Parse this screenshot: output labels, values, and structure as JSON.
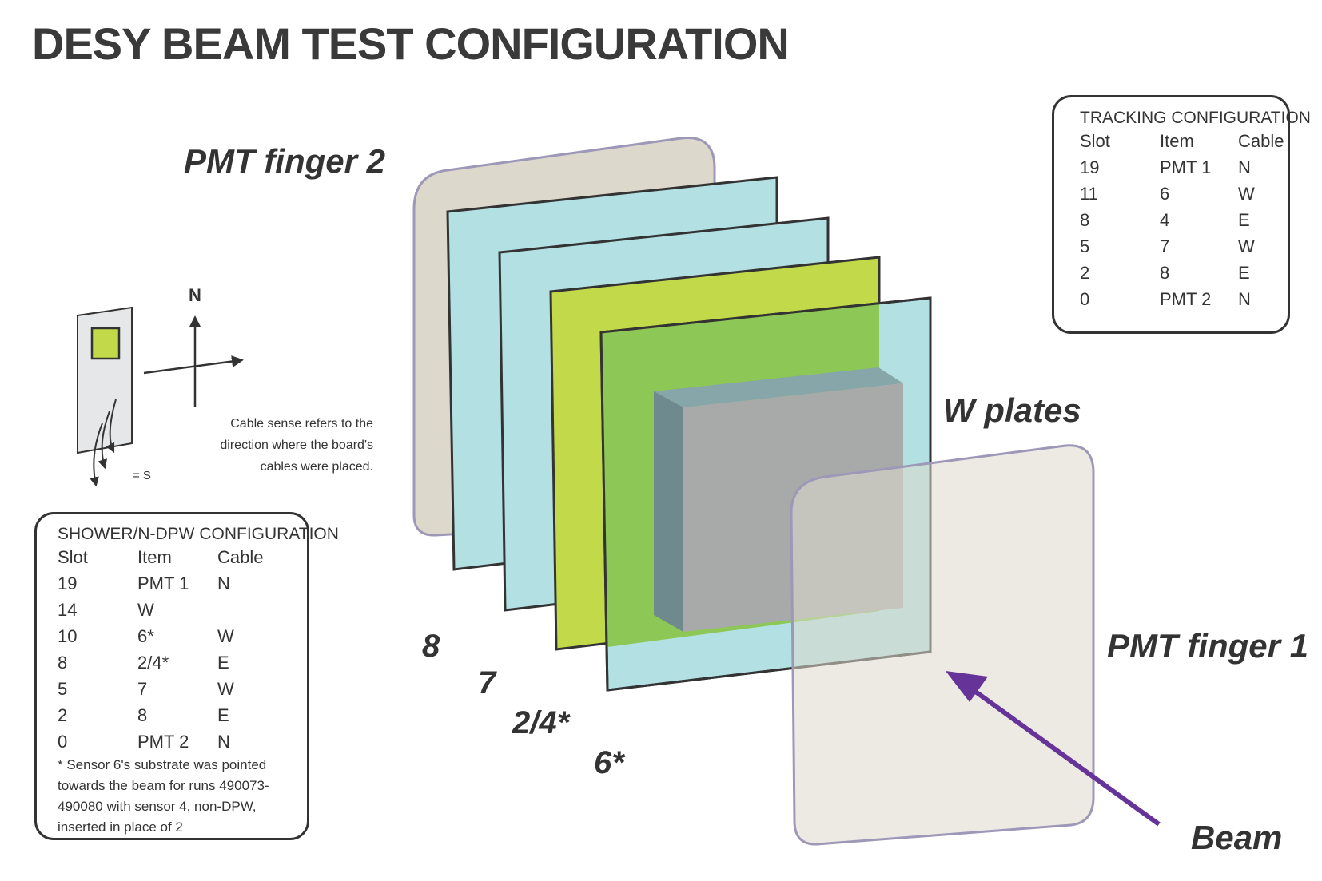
{
  "title": "DESY BEAM TEST CONFIGURATION",
  "labels": {
    "pmt_finger_2": "PMT finger 2",
    "pmt_finger_1": "PMT finger 1",
    "w_plates": "W plates",
    "beam": "Beam",
    "layer_8": "8",
    "layer_7": "7",
    "layer_24": "2/4*",
    "layer_6": "6*"
  },
  "compass": {
    "north": "N",
    "south_legend": "= S",
    "note_line1": "Cable sense refers to the",
    "note_line2": "direction where the board's",
    "note_line3": "cables were placed."
  },
  "tracking": {
    "title": "TRACKING CONFIGURATION",
    "headers": [
      "Slot",
      "Item",
      "Cable"
    ],
    "rows": [
      [
        "19",
        "PMT 1",
        "N"
      ],
      [
        "11",
        "6",
        "W"
      ],
      [
        "8",
        "4",
        "E"
      ],
      [
        "5",
        "7",
        "W"
      ],
      [
        "2",
        "8",
        "E"
      ],
      [
        "0",
        "PMT 2",
        "N"
      ]
    ]
  },
  "shower": {
    "title": "SHOWER/N-DPW CONFIGURATION",
    "headers": [
      "Slot",
      "Item",
      "Cable"
    ],
    "rows": [
      [
        "19",
        "PMT 1",
        "N"
      ],
      [
        "14",
        "W",
        ""
      ],
      [
        "10",
        "6*",
        "W"
      ],
      [
        "8",
        "2/4*",
        "E"
      ],
      [
        "5",
        "7",
        "W"
      ],
      [
        "2",
        "8",
        "E"
      ],
      [
        "0",
        "PMT 2",
        "N"
      ]
    ],
    "footnote": "* Sensor 6's substrate was pointed towards the beam for runs 490073-490080 with sensor 4, non-DPW, inserted in place of 2"
  },
  "colors": {
    "pmt_fill": "#ddd8cc",
    "pmt_border": "#9d97b8",
    "sensor_blue": "#b2e0e3",
    "sensor_lime": "#c2d94a",
    "sensor_green": "#8dc755",
    "w_plate_front": "#a8aaaa",
    "w_plate_side": "#6f8a8e",
    "w_plate_top": "#86a6aa",
    "beam_arrow": "#663399",
    "outline": "#333333"
  }
}
